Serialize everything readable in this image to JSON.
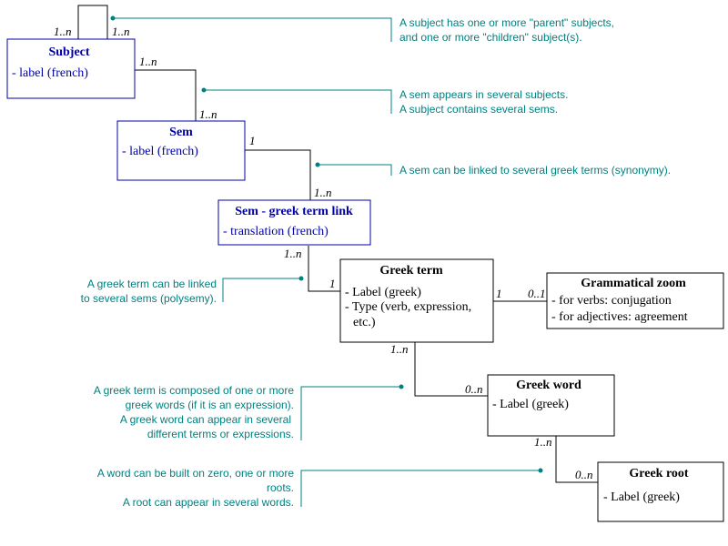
{
  "colors": {
    "blue": "#0000aa",
    "teal": "#008080",
    "black": "#000000"
  },
  "entities": {
    "subject": {
      "title": "Subject",
      "attrs": [
        "- label (french)"
      ]
    },
    "sem": {
      "title": "Sem",
      "attrs": [
        "- label (french)"
      ]
    },
    "sem_link": {
      "title": "Sem - greek term link",
      "attrs": [
        "- translation (french)"
      ]
    },
    "greek_term": {
      "title": "Greek term",
      "attrs": [
        "- Label (greek)",
        "- Type (verb, expression,",
        "etc.)"
      ]
    },
    "grammatical_zoom": {
      "title": "Grammatical zoom",
      "attrs": [
        "- for verbs: conjugation",
        "- for adjectives: agreement"
      ]
    },
    "greek_word": {
      "title": "Greek word",
      "attrs": [
        "- Label (greek)"
      ]
    },
    "greek_root": {
      "title": "Greek root",
      "attrs": [
        "- Label (greek)"
      ]
    }
  },
  "multiplicities": {
    "subject_self_left": "1..n",
    "subject_self_right": "1..n",
    "subject_sem_top": "1..n",
    "subject_sem_bottom": "1..n",
    "sem_link_top": "1",
    "sem_link_bottom": "1..n",
    "link_term_top": "1..n",
    "link_term_right": "1",
    "term_zoom_left": "1",
    "term_zoom_right": "0..1",
    "term_word_top": "1..n",
    "term_word_right": "0..n",
    "word_root_top": "1..n",
    "word_root_right": "0..n"
  },
  "notes": {
    "subject_self": [
      "A subject has one or more \"parent\" subjects,",
      "and one or more \"children\" subject(s)."
    ],
    "subject_sem": [
      "A sem appears in several subjects.",
      "A subject contains several  sems."
    ],
    "sem_link": [
      "A sem can be linked to several greek terms (synonymy)."
    ],
    "link_term": [
      "A greek term can be linked",
      "to several sems (polysemy)."
    ],
    "term_word": [
      "A greek term is composed of one or more",
      "greek words (if it is an expression).",
      "A greek word can appear in several",
      "different terms or expressions."
    ],
    "word_root": [
      "A word can be built on zero, one or more",
      "roots.",
      "A root can appear in several words."
    ]
  }
}
